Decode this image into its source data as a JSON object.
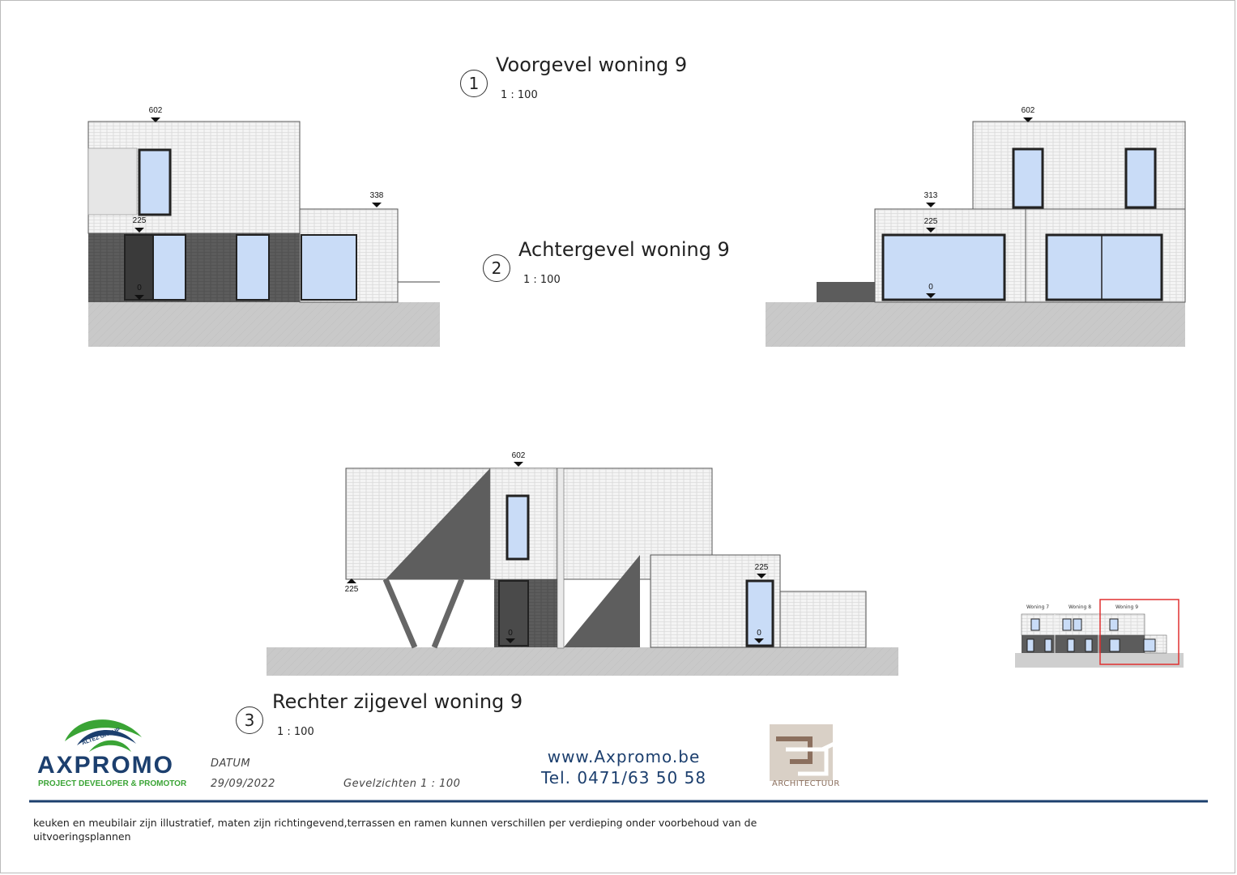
{
  "views": [
    {
      "num": "1",
      "title": "Voorgevel woning 9",
      "scale": "1 : 100"
    },
    {
      "num": "2",
      "title": "Achtergevel woning 9",
      "scale": "1 : 100"
    },
    {
      "num": "3",
      "title": "Rechter zijgevel woning 9",
      "scale": "1 : 100"
    }
  ],
  "levels": {
    "front": {
      "top": "602",
      "annex": "338",
      "ground_floor": "225",
      "ground": "0"
    },
    "rear": {
      "top": "602",
      "annex": "313",
      "ground_floor": "225",
      "ground": "0"
    },
    "side": {
      "top": "602",
      "left_floor": "225",
      "right_floor": "225",
      "ground_left": "0",
      "ground_right": "0"
    }
  },
  "keyplan": {
    "labels": [
      "Woning 7",
      "Woning 8",
      "Woning 9"
    ],
    "highlight_color": "#e03030"
  },
  "footer": {
    "brand": "AXPROMO",
    "brand_group": "ALTEZ GROUP",
    "brand_subtitle": "PROJECT DEVELOPER & PROMOTOR",
    "date_label": "DATUM",
    "date": "29/09/2022",
    "sheet": "Gevelzichten 1 : 100",
    "website": "www.Axpromo.be",
    "phone": "Tel. 0471/63 50 58",
    "architect_label": "ARCHITECTUUR",
    "disclaimer": "keuken en meubilair zijn illustratief, maten zijn richtingevend,terrassen en ramen kunnen verschillen per verdieping onder voorbehoud van de uitvoeringsplannen"
  },
  "colors": {
    "brand_blue": "#1c3f6e",
    "brand_green": "#3aa435",
    "glass": "#c9dcf7",
    "brick": "#f3f3f3",
    "dark_brick": "#595959",
    "ground": "#c8c8c8"
  }
}
